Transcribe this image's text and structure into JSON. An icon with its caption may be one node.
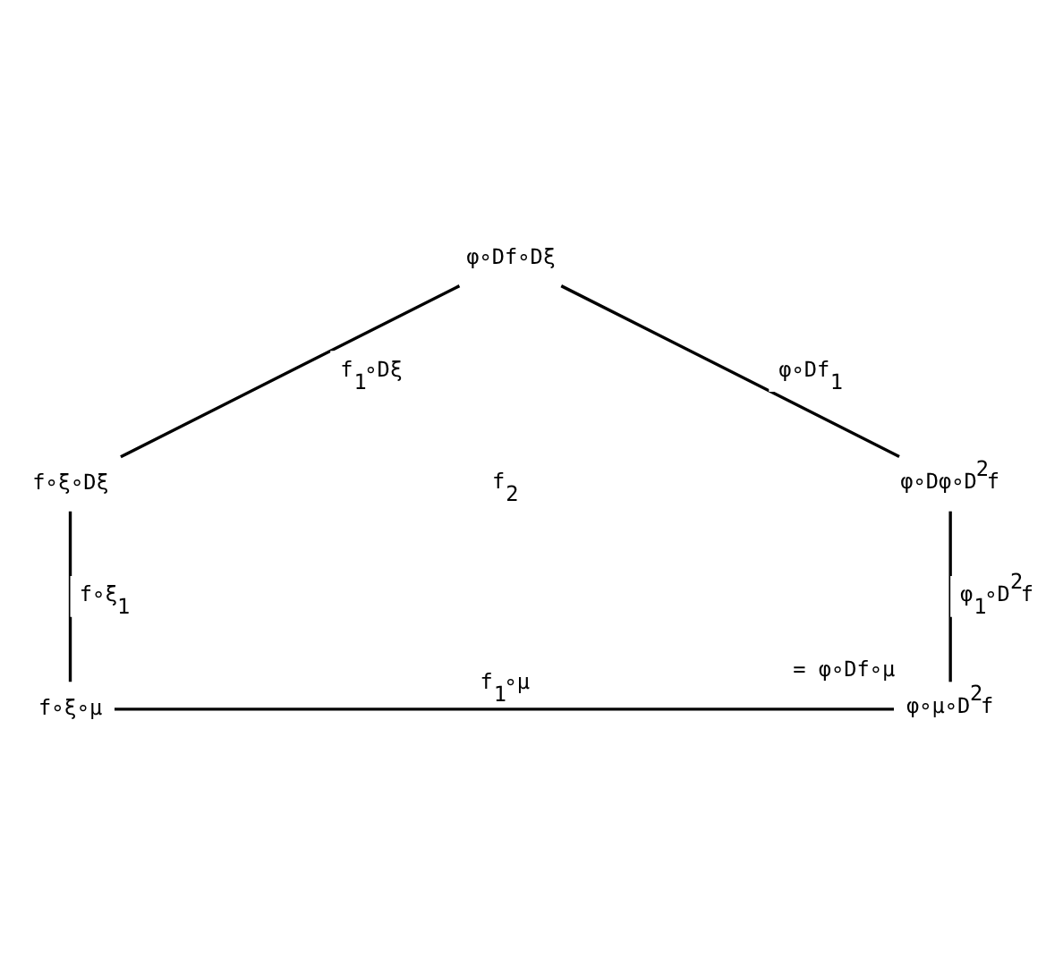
{
  "diagram": {
    "nodes": [
      {
        "text": [
          "φ∘Df∘Dξ"
        ]
      },
      {
        "text": [
          "f∘ξ∘Dξ"
        ]
      },
      {
        "text": [
          "φ∘Dφ∘D$^{2}$f"
        ]
      },
      {
        "text": [
          "f∘ξ∘μ"
        ]
      },
      {
        "text": [
          "φ∘μ∘D$^{2}$f"
        ],
        "beside": [
          "= φ∘Df∘μ"
        ]
      }
    ],
    "edges": [
      {
        "from": 0,
        "to": 1,
        "arrow": "none",
        "label": "f$_{1}$∘Dξ"
      },
      {
        "from": 0,
        "to": 2,
        "arrow": "none",
        "label": "φ∘Df$_{1}$"
      },
      {
        "from": 1,
        "to": 3,
        "arrow": "none",
        "label": "f∘ξ$_{1}$"
      },
      {
        "from": 2,
        "to": 4,
        "arrow": "none",
        "label": "φ$_{1}$∘D$^{2}$f"
      },
      {
        "from": 3,
        "to": 4,
        "arrow": "none",
        "label": "f$_{1}$∘μ"
      }
    ],
    "labels": [
      "f$_{2}$"
    ]
  }
}
